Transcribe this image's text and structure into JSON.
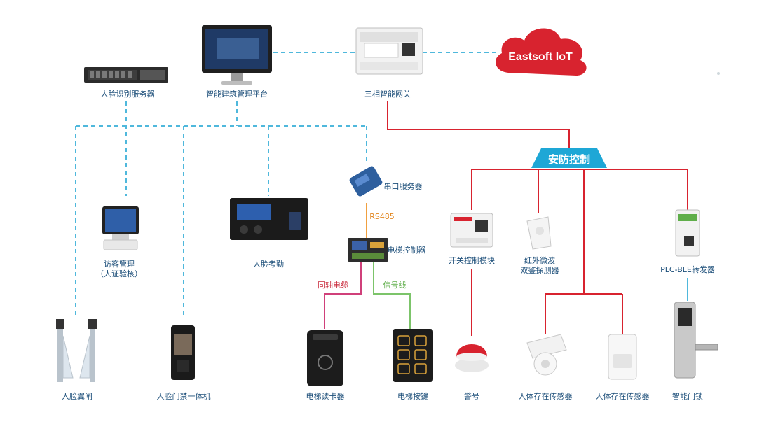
{
  "cloud": {
    "label": "Eastsoft IoT",
    "color": "#d8232f"
  },
  "devices": {
    "face_server": "人脸识别服务器",
    "platform": "智能建筑管理平台",
    "gateway": "三相智能网关",
    "serial_server": "串口服务器",
    "visitor_mgmt": "访客管理",
    "visitor_mgmt_sub": "（人证验核）",
    "attendance": "人脸考勤",
    "elevator_ctrl": "电梯控制器",
    "switch_module": "开关控制模块",
    "pir_sensor_1": "红外微波",
    "pir_sensor_2": "双鉴探测器",
    "plc_ble": "PLC-BLE转发器",
    "face_gate": "人脸翼闸",
    "face_access": "人脸门禁一体机",
    "card_reader": "电梯读卡器",
    "elevator_buttons": "电梯按键",
    "alarm": "警号",
    "presence_1": "人体存在传感器",
    "presence_2": "人体存在传感器",
    "smart_lock": "智能门锁"
  },
  "links": {
    "rs485": "RS485",
    "coax": "同轴电缆",
    "signal": "信号线"
  },
  "security_banner": "安防控制",
  "colors": {
    "dashed": "#4fb8dc",
    "red": "#d8232f",
    "orange": "#f0a040",
    "green": "#7cc46a",
    "pink": "#d0407a",
    "banner": "#1ea7d6",
    "label": "#1d4f7a"
  }
}
